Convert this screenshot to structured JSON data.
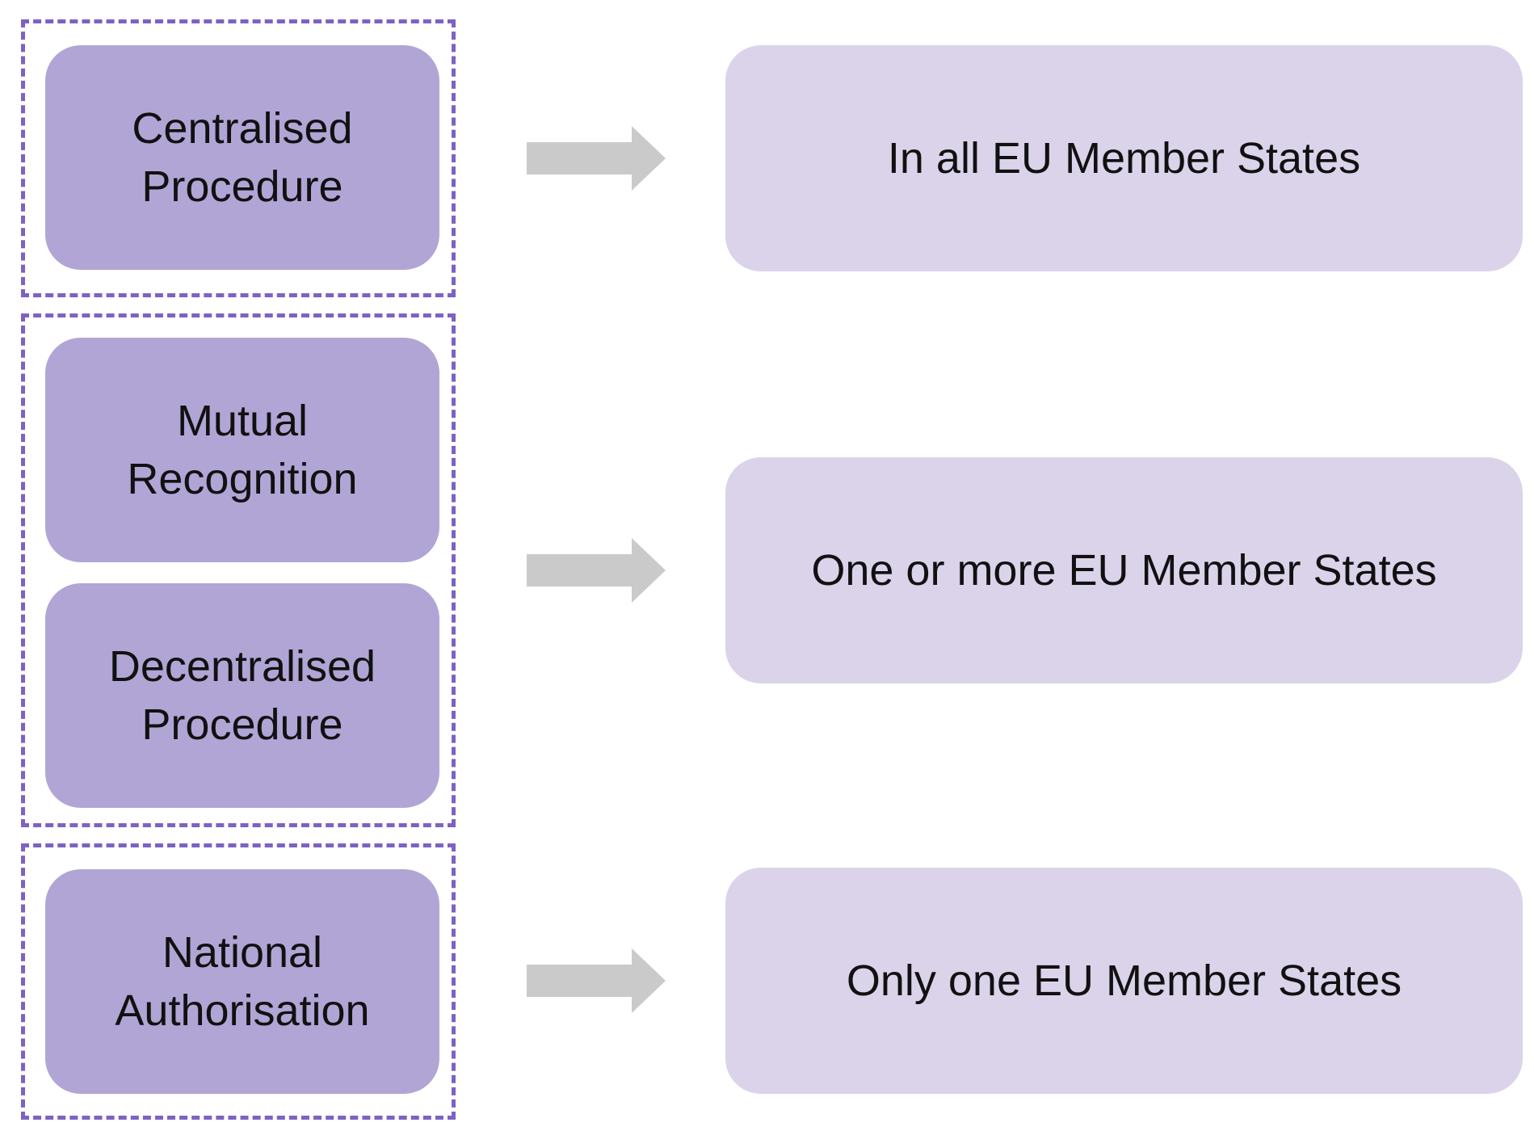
{
  "colors": {
    "procedure_fill": "#b1a5d6",
    "result_fill": "#dbd3ea",
    "group_border": "#7d62c4",
    "arrow_fill": "#cacaca",
    "text": "#111111"
  },
  "procedures": {
    "centralised": {
      "line1": "Centralised",
      "line2": "Procedure"
    },
    "mutual": {
      "line1": "Mutual",
      "line2": "Recognition"
    },
    "decentralised": {
      "line1": "Decentralised",
      "line2": "Procedure"
    },
    "national": {
      "line1": "National",
      "line2": "Authorisation"
    }
  },
  "results": {
    "all": "In all EU Member States",
    "some": "One or more EU Member States",
    "one": "Only one EU Member States"
  },
  "icons": {
    "arrow": "right-arrow-icon"
  }
}
